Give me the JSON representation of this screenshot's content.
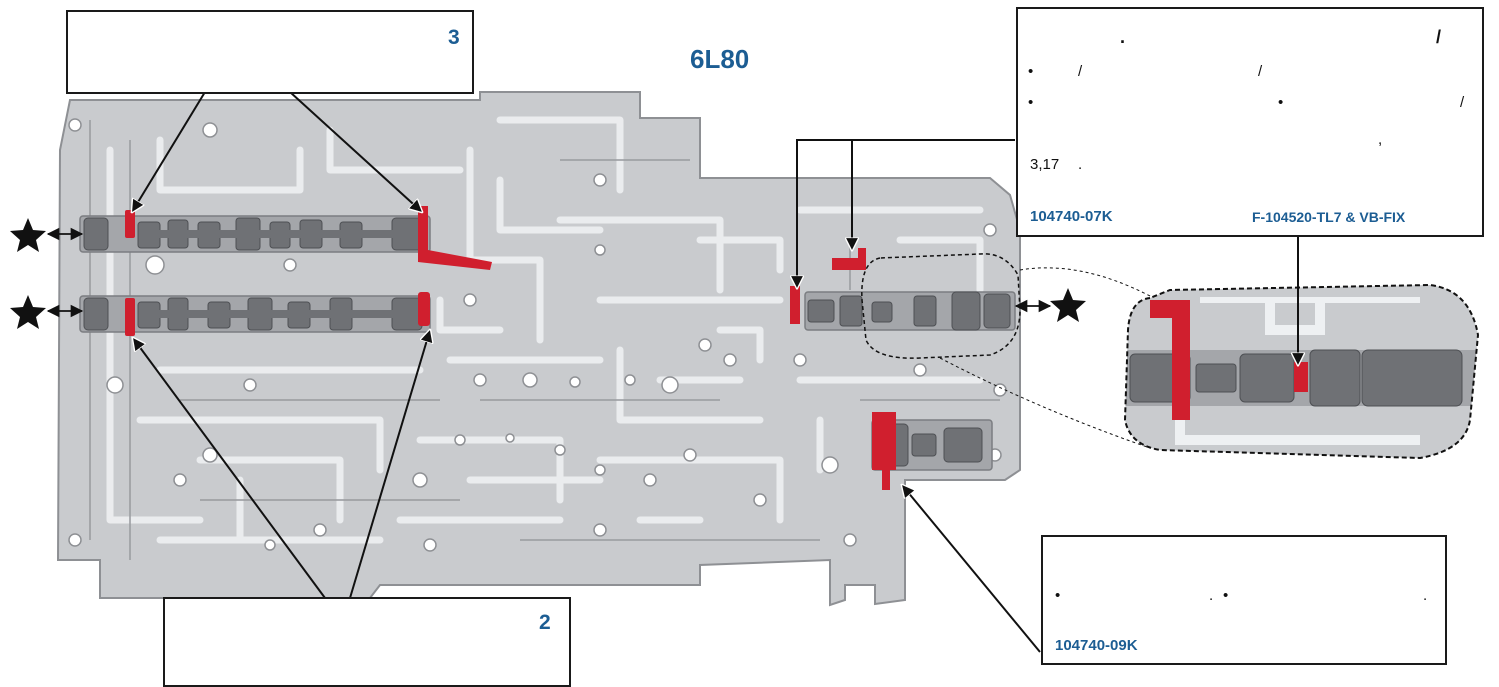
{
  "title": "6L80",
  "callouts": {
    "top_left": {
      "number": "3"
    },
    "bottom_left": {
      "number": "2"
    },
    "top_right": {
      "dot": ".",
      "slash1": "/",
      "slash2": "/",
      "slash3": "/",
      "slash4": "/",
      "slash5": "/",
      "comma": ",",
      "measure": "3,17",
      "period": ".",
      "bullet": "•",
      "part_number": "104740-07K",
      "tools": "F-104520-TL7 & VB-FIX"
    },
    "bottom_right": {
      "bullet": "•",
      "period": ".",
      "part_number": "104740-09K"
    }
  },
  "colors": {
    "accent_blue": "#1c5d93",
    "seal_red": "#d01f2e",
    "plate_gray": "#c9cbce"
  }
}
